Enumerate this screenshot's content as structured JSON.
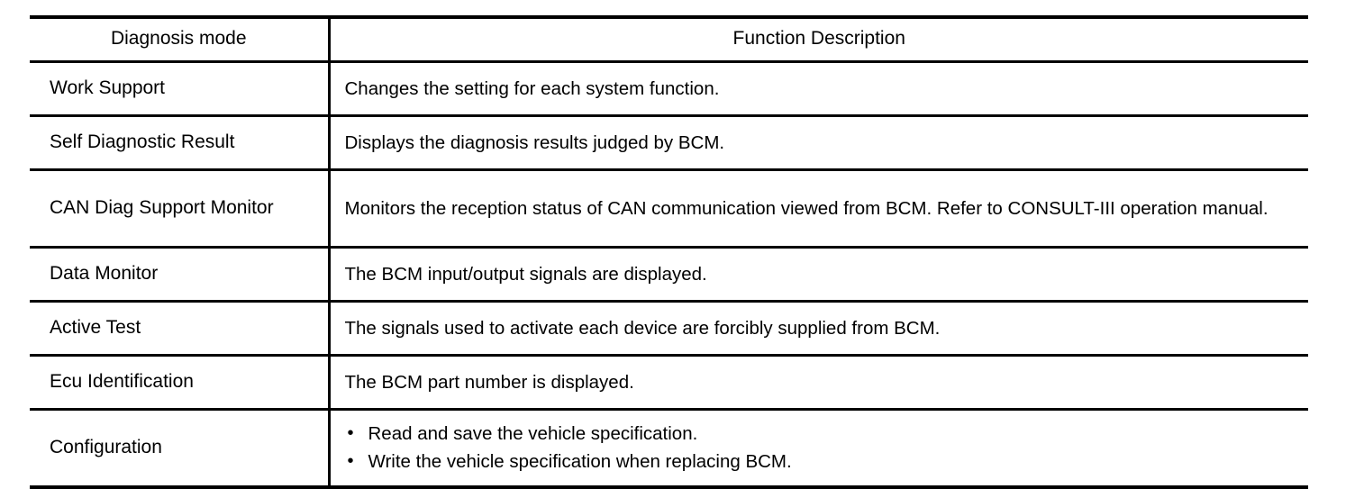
{
  "table": {
    "headers": {
      "mode": "Diagnosis mode",
      "description": "Function Description"
    },
    "rows": [
      {
        "mode": "Work Support",
        "description": "Changes the setting for each system function."
      },
      {
        "mode": "Self Diagnostic Result",
        "description": "Displays the diagnosis results judged by BCM."
      },
      {
        "mode": "CAN Diag Support Monitor",
        "description": "Monitors the reception status of CAN communication viewed from BCM. Refer to CONSULT-III operation manual."
      },
      {
        "mode": "Data Monitor",
        "description": "The BCM input/output signals are displayed."
      },
      {
        "mode": "Active Test",
        "description": "The signals used to activate each device are forcibly supplied from BCM."
      },
      {
        "mode": "Ecu Identification",
        "description": "The BCM part number is displayed."
      },
      {
        "mode": "Configuration",
        "bullets": [
          "Read and save the vehicle specification.",
          "Write the vehicle specification when replacing BCM."
        ],
        "bullet_glyph": "•"
      }
    ]
  },
  "colors": {
    "rule": "#000000",
    "text": "#000000",
    "background": "#ffffff"
  }
}
